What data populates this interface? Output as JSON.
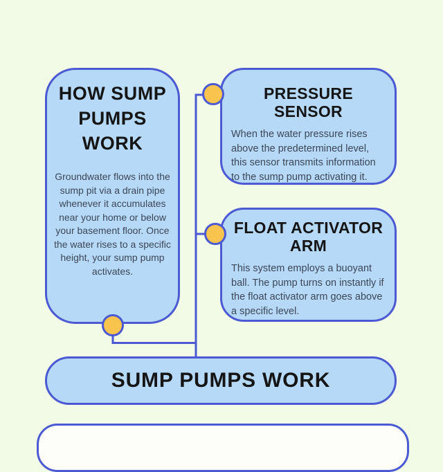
{
  "colors": {
    "background": "#f2fbe6",
    "box_fill": "#b6d9f8",
    "border_blue": "#4b59d2",
    "node_yellow": "#f9c44e",
    "title_text": "#151515",
    "body_text": "#3c4657",
    "card_white": "#fdfefa"
  },
  "intro_card": {
    "title": "HOW SUMP PUMPS WORK",
    "body": "Groundwater flows into the sump pit via a drain pipe whenever it accumulates near your home or below your basement floor. Once the water rises to a specific height, your sump pump activates."
  },
  "steps": [
    {
      "title": "PRESSURE SENSOR",
      "body": "When the water pressure rises above the predetermined level, this sensor transmits information to the sump pump activating it."
    },
    {
      "title": "FLOAT ACTIVATOR ARM",
      "body": "This system employs a buoyant ball. The pump turns on instantly if the float activator arm goes above a specific level."
    }
  ],
  "banner": {
    "title": "SUMP PUMPS WORK"
  }
}
